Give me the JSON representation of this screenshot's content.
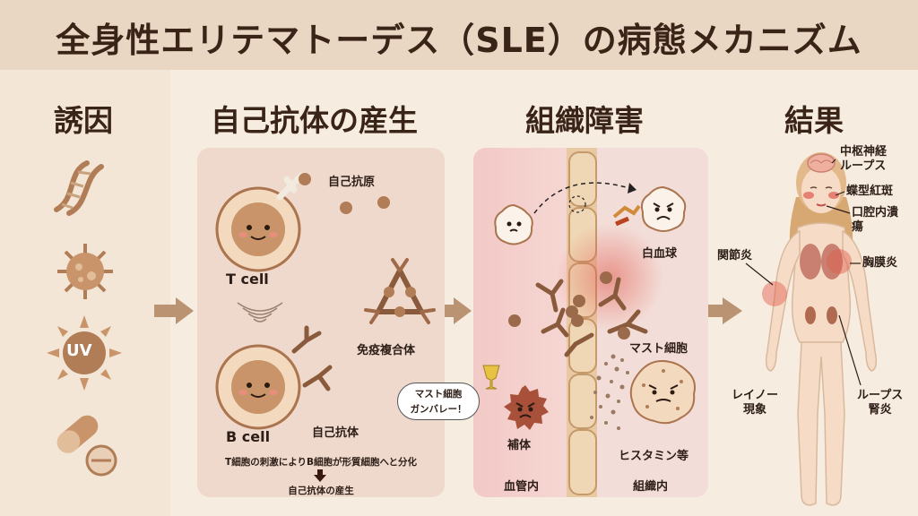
{
  "title": "全身性エリテマトーデス（SLE）の病態メカニズム",
  "sections": {
    "cause": "誘因",
    "autoantibody": "自己抗体の産生",
    "tissue": "組織障害",
    "result": "結果"
  },
  "causes": [
    {
      "icon": "dna-icon"
    },
    {
      "icon": "virus-icon"
    },
    {
      "icon": "uv-sun-icon",
      "text": "UV"
    },
    {
      "icon": "pill-icon"
    }
  ],
  "autoantibody": {
    "antigen": "自己抗原",
    "t_cell": "T cell",
    "b_cell": "B cell",
    "immune_complex": "免疫複合体",
    "autoantibody": "自己抗体",
    "note": "T細胞の刺激によりB細胞が形質細胞へと分化",
    "result": "自己抗体の産生"
  },
  "tissue": {
    "wbc": "白血球",
    "mast": "マスト細胞",
    "complement": "補体",
    "histamine": "ヒスタミン等",
    "vessel": "血管内",
    "tissue_in": "組織内",
    "bubble_line1": "マスト細胞",
    "bubble_line2": "ガンバレー！"
  },
  "results": {
    "cns": [
      "中枢神経",
      "ループス"
    ],
    "butterfly": "蝶型紅斑",
    "oral": [
      "口腔内潰",
      "瘍"
    ],
    "arthritis": "関節炎",
    "pleuritis": "胸膜炎",
    "raynaud": [
      "レイノー",
      "現象"
    ],
    "nephritis": [
      "ループス",
      "腎炎"
    ]
  },
  "colors": {
    "header_bg": "#ead7c3",
    "arrow": "#b99372",
    "inflammation": "#e05a4c"
  }
}
